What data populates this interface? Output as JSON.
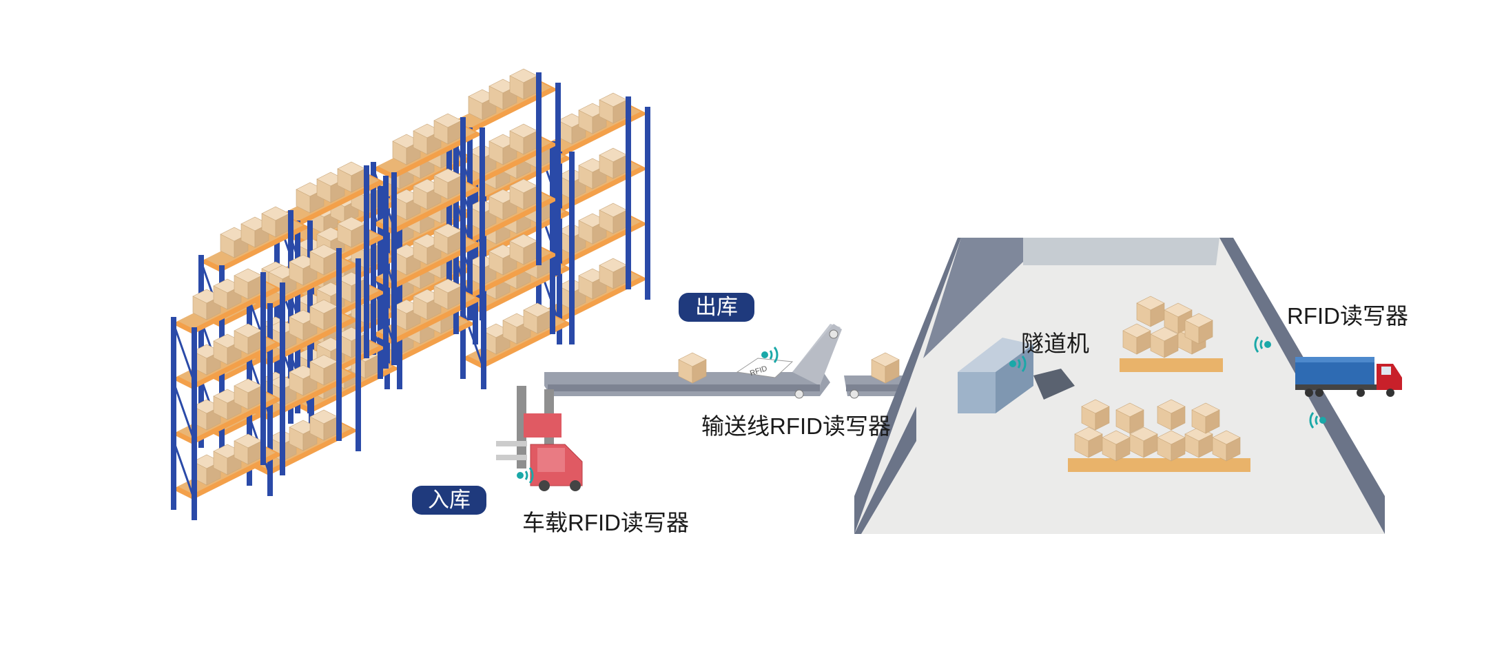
{
  "labels": {
    "outbound": "出库",
    "inbound": "入库",
    "conveyor_reader": "输送线RFID读写器",
    "vehicle_reader": "车载RFID读写器",
    "tunnel_machine": "隧道机",
    "gate_reader": "RFID读写器",
    "tag_text": "RFID"
  },
  "colors": {
    "rack_upright": "#2a4aa8",
    "rack_beam": "#f08a24",
    "pallet": "#e9b36a",
    "box": "#e8c9a0",
    "box_top": "#f2dcbf",
    "box_side": "#d4b084",
    "badge": "#1f3a7d",
    "conveyor": "#9aa0ad",
    "floor": "#ebebea",
    "wall": "#6b7488",
    "truck_container": "#2e6bb3",
    "truck_cab": "#c8202a",
    "forklift": "#e05a63",
    "signal": "#1aa8a8"
  },
  "icons": [
    "rfid-signal-icon",
    "rfid-tag-icon"
  ]
}
